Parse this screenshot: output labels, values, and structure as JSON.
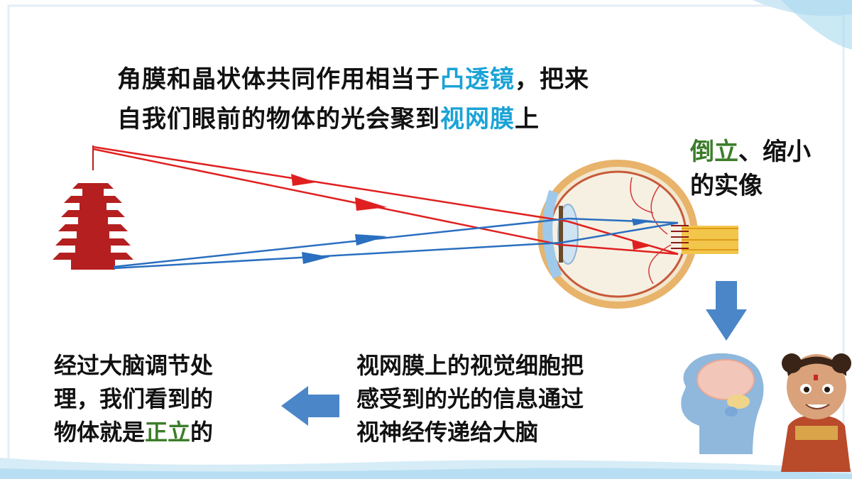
{
  "top_text": {
    "line1_a": "角膜和晶状体共同作用相当于",
    "line1_highlight": "凸透镜",
    "line1_b": "，把来",
    "line2_a": "自我们眼前的物体的光会聚到",
    "line2_highlight": "视网膜",
    "line2_b": "上"
  },
  "image_label": {
    "highlight": "倒立",
    "rest1": "、缩小",
    "line2": "的实像"
  },
  "middle_text": {
    "line1": "视网膜上的视觉细胞把",
    "line2": "感受到的光的信息通过",
    "line3": "视神经传递给大脑"
  },
  "left_text": {
    "line1": "经过大脑调节处",
    "line2": "理，我们看到的",
    "line3_a": "物体就是",
    "line3_highlight": "正立",
    "line3_b": "的"
  },
  "colors": {
    "highlight_blue": "#1aa3d6",
    "highlight_green": "#3c7d2b",
    "arrow_blue": "#4a86c8",
    "ray_red": "#e02020",
    "ray_blue": "#2a6fc0",
    "pagoda": "#b51f1f"
  },
  "icons": [
    "pagoda-image",
    "eye-diagram",
    "down-arrow-icon",
    "left-arrow-icon",
    "head-brain-icon",
    "cartoon-character-image"
  ]
}
